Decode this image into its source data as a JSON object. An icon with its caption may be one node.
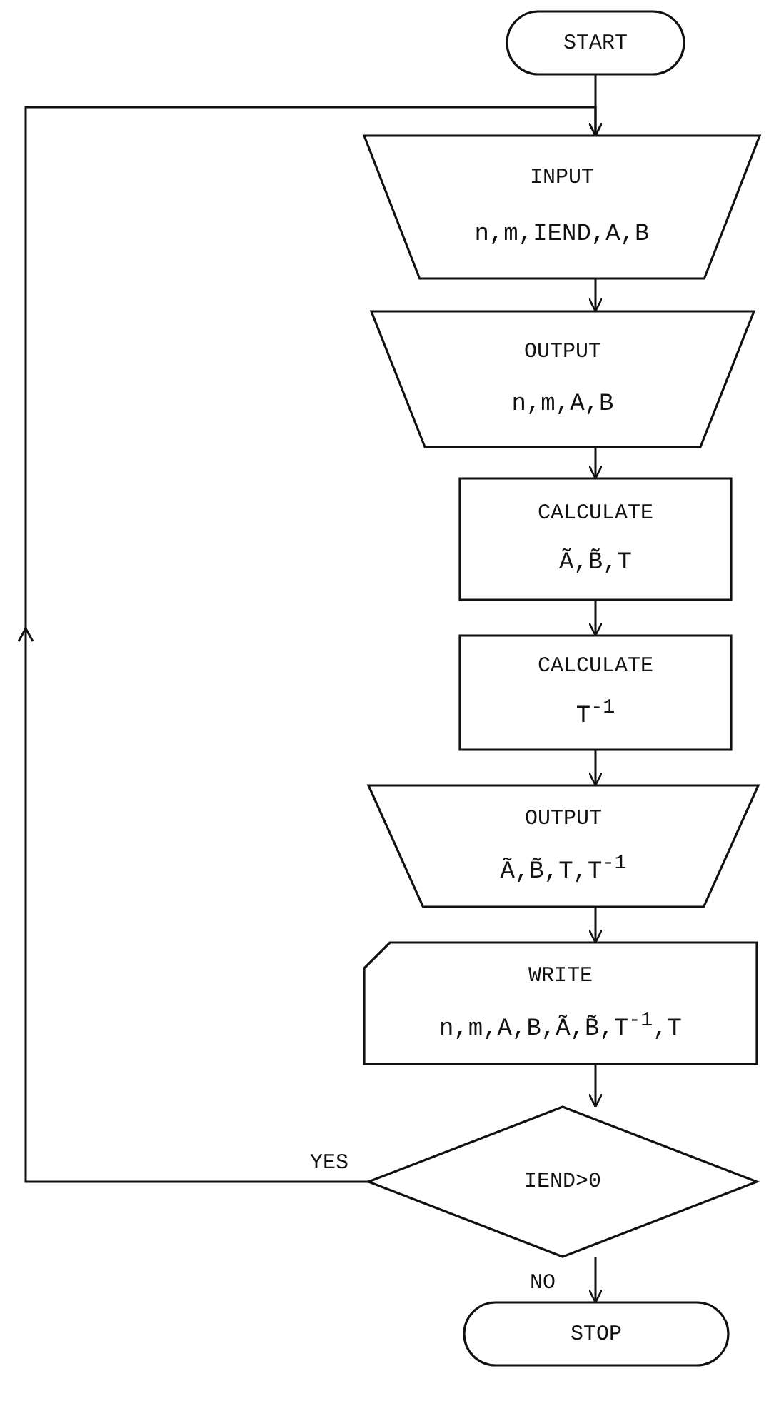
{
  "diagram": {
    "nodes": [
      {
        "text": [
          "START"
        ]
      },
      {
        "text": [
          "INPUT",
          "n,m,IEND,A,B"
        ]
      },
      {
        "text": [
          "OUTPUT",
          "n,m,A,B"
        ]
      },
      {
        "text": [
          "CALCULATE",
          "Ã,B̃,T"
        ]
      },
      {
        "text": [
          "CALCULATE",
          "T$^{-1}$"
        ]
      },
      {
        "text": [
          "OUTPUT",
          "Ã,B̃,T,T$^{-1}$"
        ]
      },
      {
        "text": [
          "WRITE",
          "n,m,A,B,Ã,B̃,T$^{-1}$,T"
        ]
      },
      {
        "text": [
          "IEND>0"
        ]
      },
      {
        "text": [
          "STOP"
        ]
      }
    ],
    "edges": [
      {
        "from": 0,
        "to": 1,
        "arrow": "to"
      },
      {
        "from": 1,
        "to": 2,
        "arrow": "to"
      },
      {
        "from": 2,
        "to": 3,
        "arrow": "to"
      },
      {
        "from": 3,
        "to": 4,
        "arrow": "to"
      },
      {
        "from": 4,
        "to": 5,
        "arrow": "to"
      },
      {
        "from": 5,
        "to": 6,
        "arrow": "to"
      },
      {
        "from": 6,
        "to": 7,
        "arrow": "to"
      },
      {
        "from": 7,
        "to": 8,
        "arrow": "to",
        "label": "NO"
      },
      {
        "from": 7,
        "to": 1,
        "arrow": "to",
        "label": "YES"
      }
    ]
  }
}
